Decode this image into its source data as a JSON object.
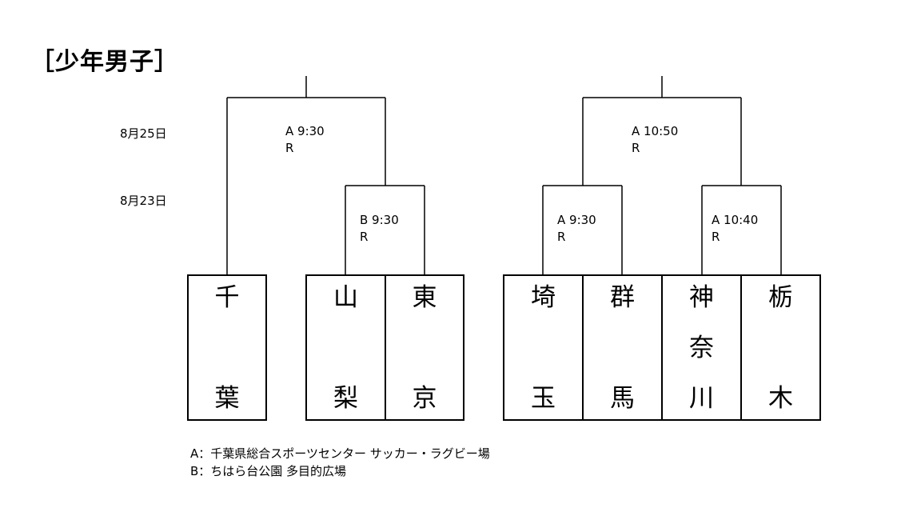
{
  "title": "［少年男子］",
  "dates": [
    "8月25日",
    "8月23日"
  ],
  "matches": [
    {
      "id": "left-final",
      "line1": "A 9:30",
      "line2": "R"
    },
    {
      "id": "left-semi",
      "line1": "B 9:30",
      "line2": "R"
    },
    {
      "id": "right-final",
      "line1": "A 10:50",
      "line2": "R"
    },
    {
      "id": "right-semi-1",
      "line1": "A 9:30",
      "line2": "R"
    },
    {
      "id": "right-semi-2",
      "line1": "A 10:40",
      "line2": "R"
    }
  ],
  "teams": [
    {
      "id": "chiba",
      "chars": [
        "千",
        "葉"
      ]
    },
    {
      "id": "yamanashi",
      "chars": [
        "山",
        "梨"
      ]
    },
    {
      "id": "tokyo",
      "chars": [
        "東",
        "京"
      ]
    },
    {
      "id": "saitama",
      "chars": [
        "埼",
        "玉"
      ]
    },
    {
      "id": "gunma",
      "chars": [
        "群",
        "馬"
      ]
    },
    {
      "id": "kanagawa",
      "chars": [
        "神",
        "奈",
        "川"
      ]
    },
    {
      "id": "tochigi",
      "chars": [
        "栃",
        "木"
      ]
    }
  ],
  "legend": [
    "A：千葉県総合スポーツセンター サッカー・ラグビー場",
    "B：ちはら台公園 多目的広場"
  ]
}
